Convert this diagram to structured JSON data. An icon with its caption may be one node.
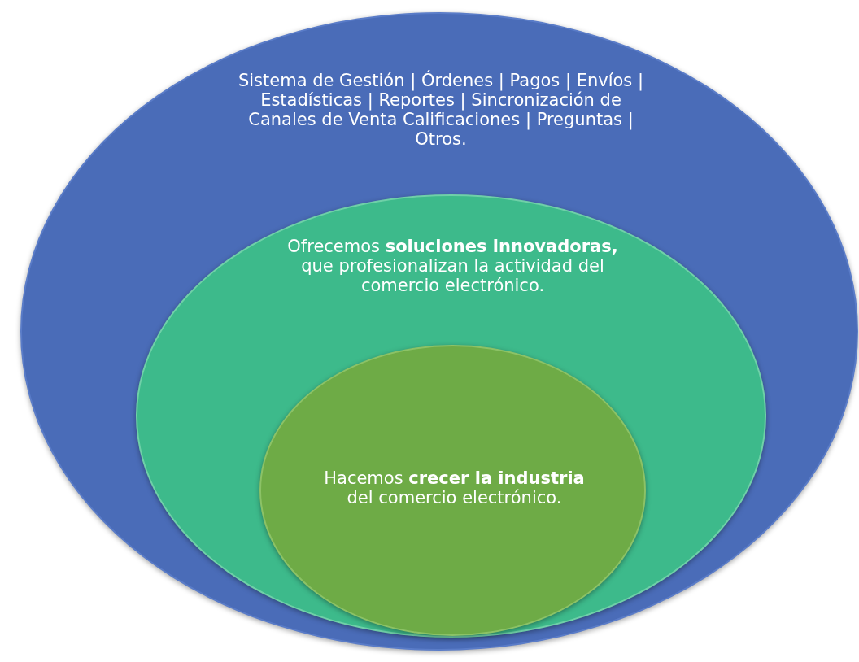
{
  "diagram": {
    "nodes": [
      {
        "text": [
          "Sistema de Gestión | Órdenes | Pagos | Envíos | Estadísticas | Reportes | Sincronización de Canales de Venta Calificaciones | Preguntas | Otros."
        ]
      },
      {
        "text": [
          "Ofrecemos **soluciones innovadoras,** que profesionalizan la actividad del comercio electrónico."
        ],
        "in": 0
      },
      {
        "text": [
          "Hacemos **crecer la industria** del comercio electrónico."
        ],
        "in": 1
      }
    ]
  }
}
